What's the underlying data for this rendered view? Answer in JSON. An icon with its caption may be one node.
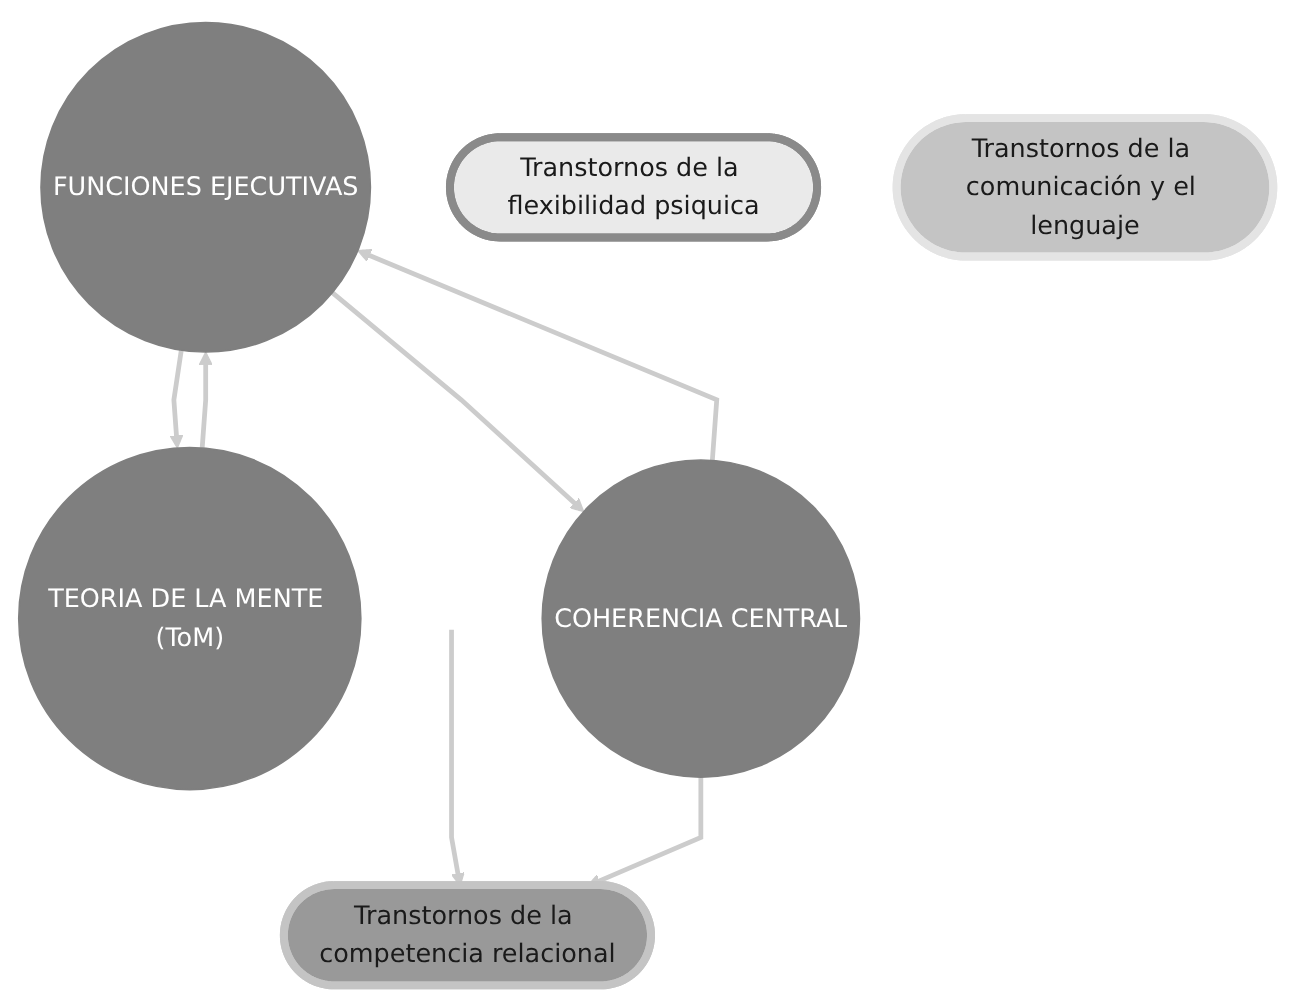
{
  "diagram": {
    "nodes": [
      {
        "text": [
          "FUNCIONES EJECUTIVAS"
        ]
      },
      {
        "text": [
          "TEORIA DE LA MENTE (ToM)"
        ]
      },
      {
        "text": [
          "COHERENCIA CENTRAL"
        ]
      },
      {
        "text": [
          "Transtornos de la competencia relacional"
        ]
      },
      {
        "text": [
          "Transtornos de la flexibilidad psiquica"
        ]
      },
      {
        "text": [
          "Transtornos de la comunicación y el lenguaje"
        ]
      }
    ],
    "edges": [
      {
        "from": 1,
        "to": 0,
        "arrow": "to"
      },
      {
        "from": 0,
        "to": 1,
        "arrow": "to"
      },
      {
        "from": null,
        "to": 3,
        "arrow": "to"
      },
      {
        "from": 0,
        "to": 2,
        "arrow": "to"
      },
      {
        "from": 2,
        "to": 0,
        "arrow": "to"
      },
      {
        "from": 2,
        "to": 3,
        "arrow": "to"
      }
    ]
  }
}
